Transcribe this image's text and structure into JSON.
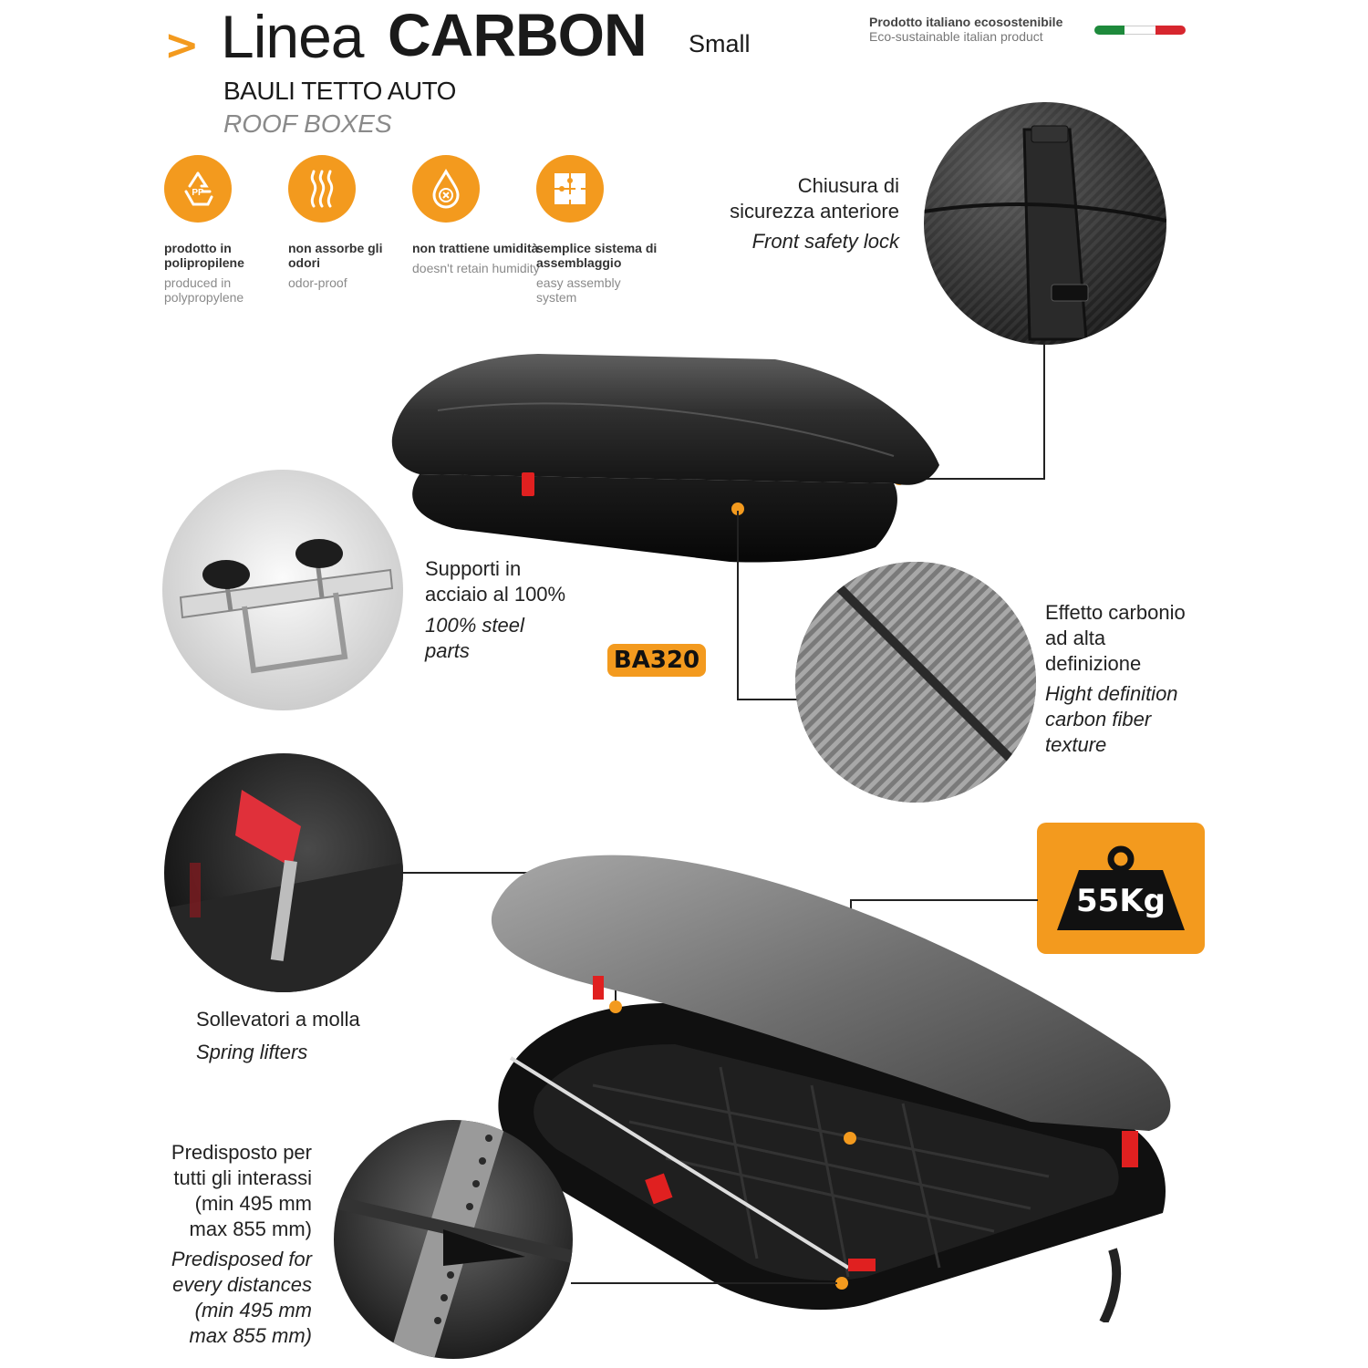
{
  "header": {
    "arrow": ">",
    "title_prefix": "Linea",
    "title_main": "CARBON",
    "title_size": "Small",
    "subtitle_it": "BAULI TETTO AUTO",
    "subtitle_en": "ROOF BOXES",
    "eco_it": "Prodotto italiano ecosostenibile",
    "eco_en": "Eco-sustainable italian product",
    "flag_colors": [
      "#1e8a3c",
      "#ffffff",
      "#d7262e"
    ]
  },
  "features": [
    {
      "icon": "recycle-pp-icon",
      "it": "prodotto in polipropilene",
      "en": "produced in polypropylene",
      "icon_text": "PP"
    },
    {
      "icon": "odor-waves-icon",
      "it": "non assorbe gli odori",
      "en": "odor-proof"
    },
    {
      "icon": "water-drop-icon",
      "it": "non trattiene umidità",
      "en": "doesn't retain humidity"
    },
    {
      "icon": "puzzle-icon",
      "it": "semplice sistema di assemblaggio",
      "en": "easy assembly system"
    }
  ],
  "callouts": {
    "lock": {
      "it1": "Chiusura di",
      "it2": "sicurezza anteriore",
      "en": "Front safety lock"
    },
    "steel": {
      "it1": "Supporti in",
      "it2": "acciaio al 100%",
      "en1": "100% steel",
      "en2": "parts"
    },
    "carbon": {
      "it1": "Effetto carbonio",
      "it2": "ad alta",
      "it3": "definizione",
      "en1": "Hight definition",
      "en2": "carbon fiber",
      "en3": "texture"
    },
    "lifters": {
      "it": "Sollevatori a molla",
      "en": "Spring lifters"
    },
    "distances": {
      "it1": "Predisposto per",
      "it2": "tutti gli interassi",
      "it3": "(min 495 mm",
      "it4": "max 855 mm)",
      "en1": "Predisposed for",
      "en2": "every distances",
      "en3": "(min 495 mm",
      "en4": "max 855 mm)"
    }
  },
  "model_code": "BA320",
  "capacity": "55Kg",
  "colors": {
    "accent": "#f39a1e",
    "dark": "#1a1a1a"
  }
}
